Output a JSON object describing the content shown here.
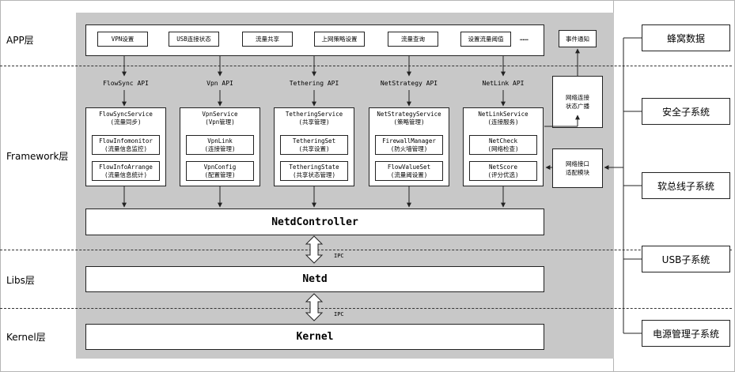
{
  "layers": {
    "app": "APP层",
    "framework": "Framework层",
    "libs": "Libs层",
    "kernel": "Kernel层"
  },
  "app_items": [
    "VPN设置",
    "USB连接状态",
    "流量共享",
    "上网策略设置",
    "流量查询",
    "设置流量阈值"
  ],
  "app_more": "……",
  "app_event": "事件通知",
  "columns": [
    {
      "api": "FlowSync API",
      "service": "FlowSyncService",
      "service_sub": "(流量同步)",
      "subs": [
        [
          "FlowInfomonitor",
          "(流量信息监控)"
        ],
        [
          "FlowInfoArrange",
          "(流量信息统计)"
        ]
      ]
    },
    {
      "api": "Vpn API",
      "service": "VpnService",
      "service_sub": "(Vpn管理)",
      "subs": [
        [
          "VpnLink",
          "(连接管理)"
        ],
        [
          "VpnConfig",
          "(配置管理)"
        ]
      ]
    },
    {
      "api": "Tethering API",
      "service": "TetheringService",
      "service_sub": "(共享管理)",
      "subs": [
        [
          "TetheringSet",
          "(共享设置)"
        ],
        [
          "TetheringState",
          "(共享状态管理)"
        ]
      ]
    },
    {
      "api": "NetStrategy API",
      "service": "NetStrategyService",
      "service_sub": "(策略管理)",
      "subs": [
        [
          "FirewallManager",
          "(防火墙管理)"
        ],
        [
          "FlowValueSet",
          "(流量阈设置)"
        ]
      ]
    },
    {
      "api": "NetLink API",
      "service": "NetLinkService",
      "service_sub": "(连接服务)",
      "subs": [
        [
          "NetCheck",
          "(网络检查)"
        ],
        [
          "NetScore",
          "(评分优选)"
        ]
      ]
    }
  ],
  "broadcast": [
    "网络连接",
    "状态广播"
  ],
  "adapter": [
    "网络接口",
    "适配模块"
  ],
  "netd_controller": "NetdController",
  "netd": "Netd",
  "kernel": "Kernel",
  "ipc_label": "IPC",
  "subsystems": [
    "蜂窝数据",
    "安全子系统",
    "软总线子系统",
    "USB子系统",
    "电源管理子系统"
  ]
}
